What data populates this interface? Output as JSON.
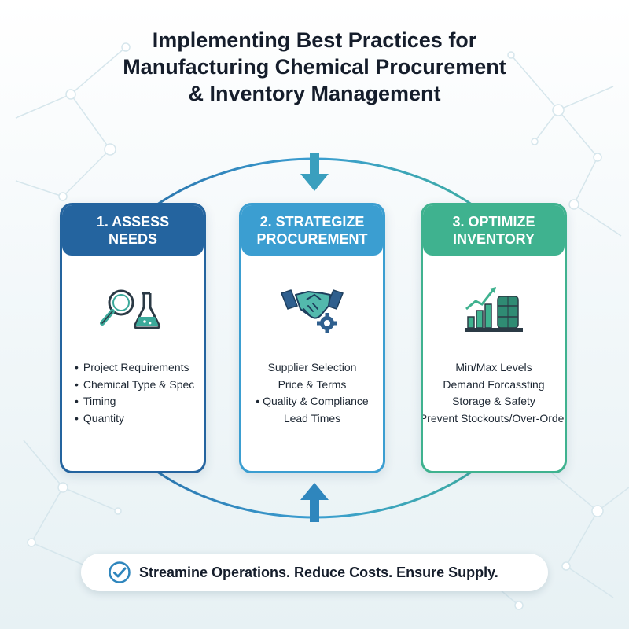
{
  "title": {
    "line1": "Implementing Best Practices for",
    "line2": "Manufacturing Chemical Procurement",
    "line3": "& Inventory Management"
  },
  "steps": [
    {
      "title_line1": "1. ASSESS",
      "title_line2": "NEEDS",
      "icon": "magnifier-flask-icon",
      "color": "#24649f",
      "items": [
        "Project Requirements",
        "Chemical Type & Spec",
        "Timing",
        "Quantity"
      ]
    },
    {
      "title_line1": "2. STRATEGIZE",
      "title_line2": "PROCUREMENT",
      "icon": "handshake-gear-icon",
      "color": "#3b9ed1",
      "items": [
        "Supplier Selection",
        "Price & Terms",
        "• Quality & Compliance",
        "Lead Times"
      ]
    },
    {
      "title_line1": "3. OPTIMIZE",
      "title_line2": "INVENTORY",
      "icon": "bar-chart-barrels-icon",
      "color": "#3fb28f",
      "items": [
        "Min/Max Levels",
        "Demand Forcassting",
        "Storage & Safety",
        "Prevent Stockouts/Over-Order"
      ]
    }
  ],
  "footer": {
    "icon": "check-circle-icon",
    "text": "Streamine Operations. Reduce Costs. Ensure Supply."
  }
}
